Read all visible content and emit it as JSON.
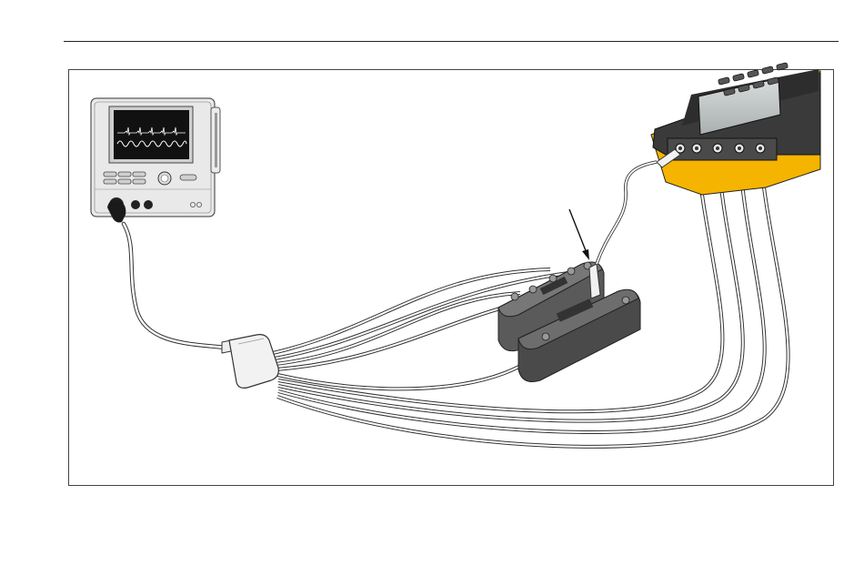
{
  "figure": {
    "components": [
      {
        "name": "patient-monitor",
        "icon": "ecg-monitor-icon"
      },
      {
        "name": "ecg-trunk-cable",
        "icon": "cable-icon"
      },
      {
        "name": "ecg-lead-connector",
        "icon": "connector-icon"
      },
      {
        "name": "snap-adapter-blocks",
        "icon": "adapter-icon"
      },
      {
        "name": "pointer-arrow",
        "icon": "arrow-icon"
      },
      {
        "name": "simulator-analyzer",
        "icon": "analyzer-icon"
      }
    ],
    "colors": {
      "line": "#222222",
      "monitor_body": "#e9e9e9",
      "monitor_screen": "#111111",
      "adapter": "#555555",
      "analyzer_body": "#3a3a3a",
      "analyzer_housing": "#f5b400"
    }
  }
}
